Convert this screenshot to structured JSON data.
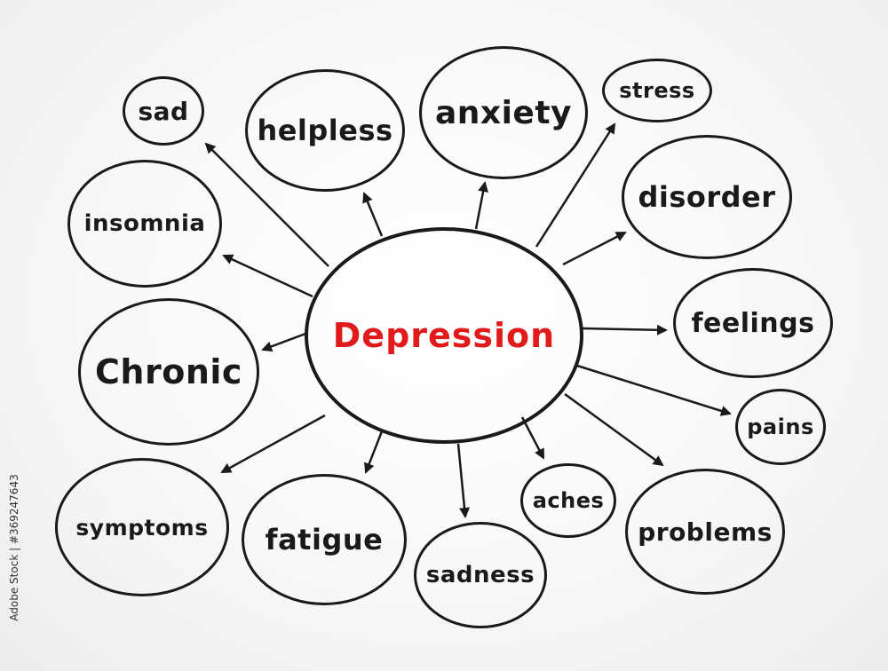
{
  "center": {
    "label": "Depression",
    "color": "#e11b1b"
  },
  "nodes": [
    {
      "id": "sad",
      "label": "sad"
    },
    {
      "id": "helpless",
      "label": "helpless"
    },
    {
      "id": "anxiety",
      "label": "anxiety"
    },
    {
      "id": "stress",
      "label": "stress"
    },
    {
      "id": "disorder",
      "label": "disorder"
    },
    {
      "id": "insomnia",
      "label": "insomnia"
    },
    {
      "id": "feelings",
      "label": "feelings"
    },
    {
      "id": "chronic",
      "label": "Chronic"
    },
    {
      "id": "pains",
      "label": "pains"
    },
    {
      "id": "aches",
      "label": "aches"
    },
    {
      "id": "symptoms",
      "label": "symptoms"
    },
    {
      "id": "fatigue",
      "label": "fatigue"
    },
    {
      "id": "problems",
      "label": "problems"
    },
    {
      "id": "sadness",
      "label": "sadness"
    }
  ],
  "watermark": "Adobe Stock | #369247643"
}
